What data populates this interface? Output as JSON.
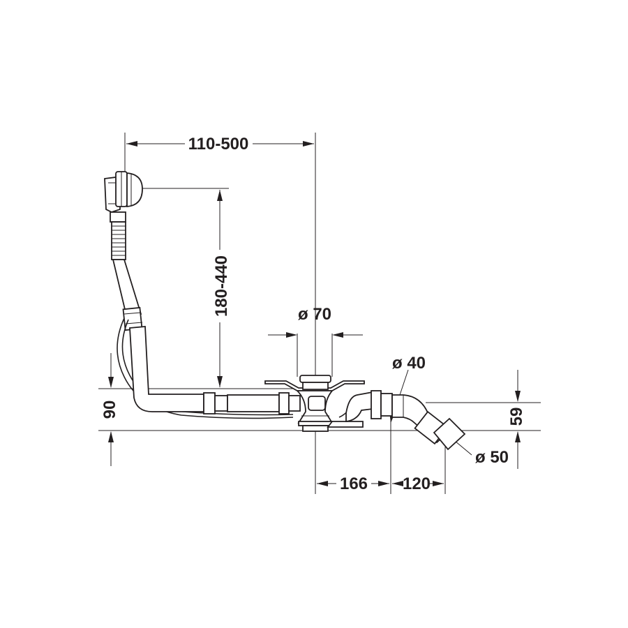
{
  "dimensions": {
    "top_width": "110-500",
    "vertical_height": "180-440",
    "drain_diameter": "ø 70",
    "pipe_diameter": "ø 40",
    "outlet_diameter": "ø 50",
    "height_left": "90",
    "height_right": "59",
    "offset_drain": "166",
    "offset_outlet": "120"
  },
  "colors": {
    "line": "#231f20",
    "background": "#ffffff"
  }
}
